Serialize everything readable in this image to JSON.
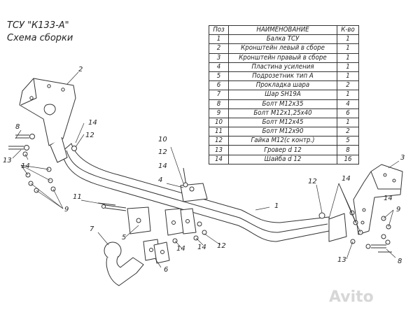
{
  "title": {
    "line1": "ТСУ \"К133-А\"",
    "line2": "Схема сборки"
  },
  "table": {
    "headers": {
      "pos": "Поз",
      "name": "НАИМЕНОВАНИЕ",
      "qty": "К-во"
    },
    "rows": [
      {
        "pos": "1",
        "name": "Балка ТСУ",
        "qty": "1"
      },
      {
        "pos": "2",
        "name": "Кронштейн левый в сборе",
        "qty": "1"
      },
      {
        "pos": "3",
        "name": "Кронштейн правый в сборе",
        "qty": "1"
      },
      {
        "pos": "4",
        "name": "Пластина усиления",
        "qty": "1"
      },
      {
        "pos": "5",
        "name": "Подрозетник тип А",
        "qty": "1"
      },
      {
        "pos": "6",
        "name": "Прокладка шара",
        "qty": "2"
      },
      {
        "pos": "7",
        "name": "Шар SH19A",
        "qty": "1"
      },
      {
        "pos": "8",
        "name": "Болт М12х35",
        "qty": "4"
      },
      {
        "pos": "9",
        "name": "Болт М12х1,25х40",
        "qty": "6"
      },
      {
        "pos": "10",
        "name": "Болт М12х45",
        "qty": "1"
      },
      {
        "pos": "11",
        "name": "Болт М12х90",
        "qty": "2"
      },
      {
        "pos": "12",
        "name": "Гайка М12(с контр.)",
        "qty": "5"
      },
      {
        "pos": "13",
        "name": "Гровер d 12",
        "qty": "8"
      },
      {
        "pos": "14",
        "name": "Шайба d 12",
        "qty": "16"
      }
    ]
  },
  "callouts": {
    "c1": "1",
    "c2": "2",
    "c3": "3",
    "c4": "4",
    "c5": "5",
    "c6": "6",
    "c7": "7",
    "c8a": "8",
    "c8b": "8",
    "c9a": "9",
    "c9b": "9",
    "c10": "10",
    "c11": "11",
    "c12a": "12",
    "c12b": "12",
    "c12c": "12",
    "c12d": "12",
    "c13a": "13",
    "c13b": "13",
    "c14a": "14",
    "c14b": "14",
    "c14c": "14",
    "c14d": "14",
    "c14e": "14",
    "c14f": "14",
    "c14g": "14"
  },
  "watermark": "Avito"
}
